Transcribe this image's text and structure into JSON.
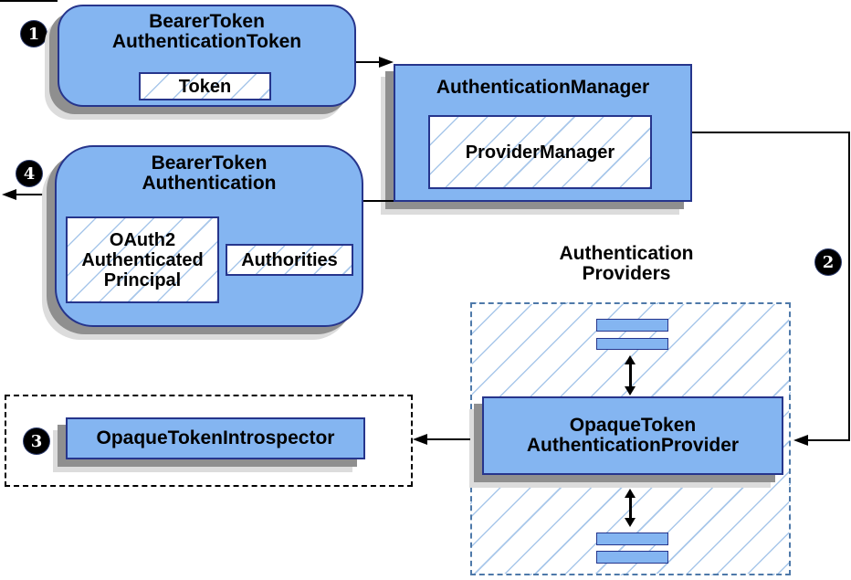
{
  "steps": {
    "one": "1",
    "two": "2",
    "three": "3",
    "four": "4"
  },
  "nodes": {
    "bearer_token_authentication_token": {
      "title": "BearerToken\nAuthenticationToken",
      "token_label": "Token"
    },
    "authentication_manager": {
      "title": "AuthenticationManager",
      "provider_manager_label": "ProviderManager"
    },
    "bearer_token_authentication": {
      "title": "BearerToken\nAuthentication",
      "principal_label": "OAuth2\nAuthenticated\nPrincipal",
      "authorities_label": "Authorities"
    },
    "authentication_providers": {
      "label": "Authentication\nProviders"
    },
    "opaque_token_authentication_provider": {
      "title": "OpaqueToken\nAuthenticationProvider"
    },
    "opaque_token_introspector": {
      "title": "OpaqueTokenIntrospector"
    }
  },
  "colors": {
    "node_fill": "#84b5f1",
    "node_border": "#26358c",
    "hatch_line": "#a8c7ea",
    "providers_dashed_border": "#4e79a9",
    "introspector_dashed_border": "#000000",
    "shadow_dark": "#8f8f8f",
    "shadow_light": "#dcdcdc",
    "connector": "#000000",
    "badge_background": "#000000",
    "badge_text": "#ffffff"
  }
}
